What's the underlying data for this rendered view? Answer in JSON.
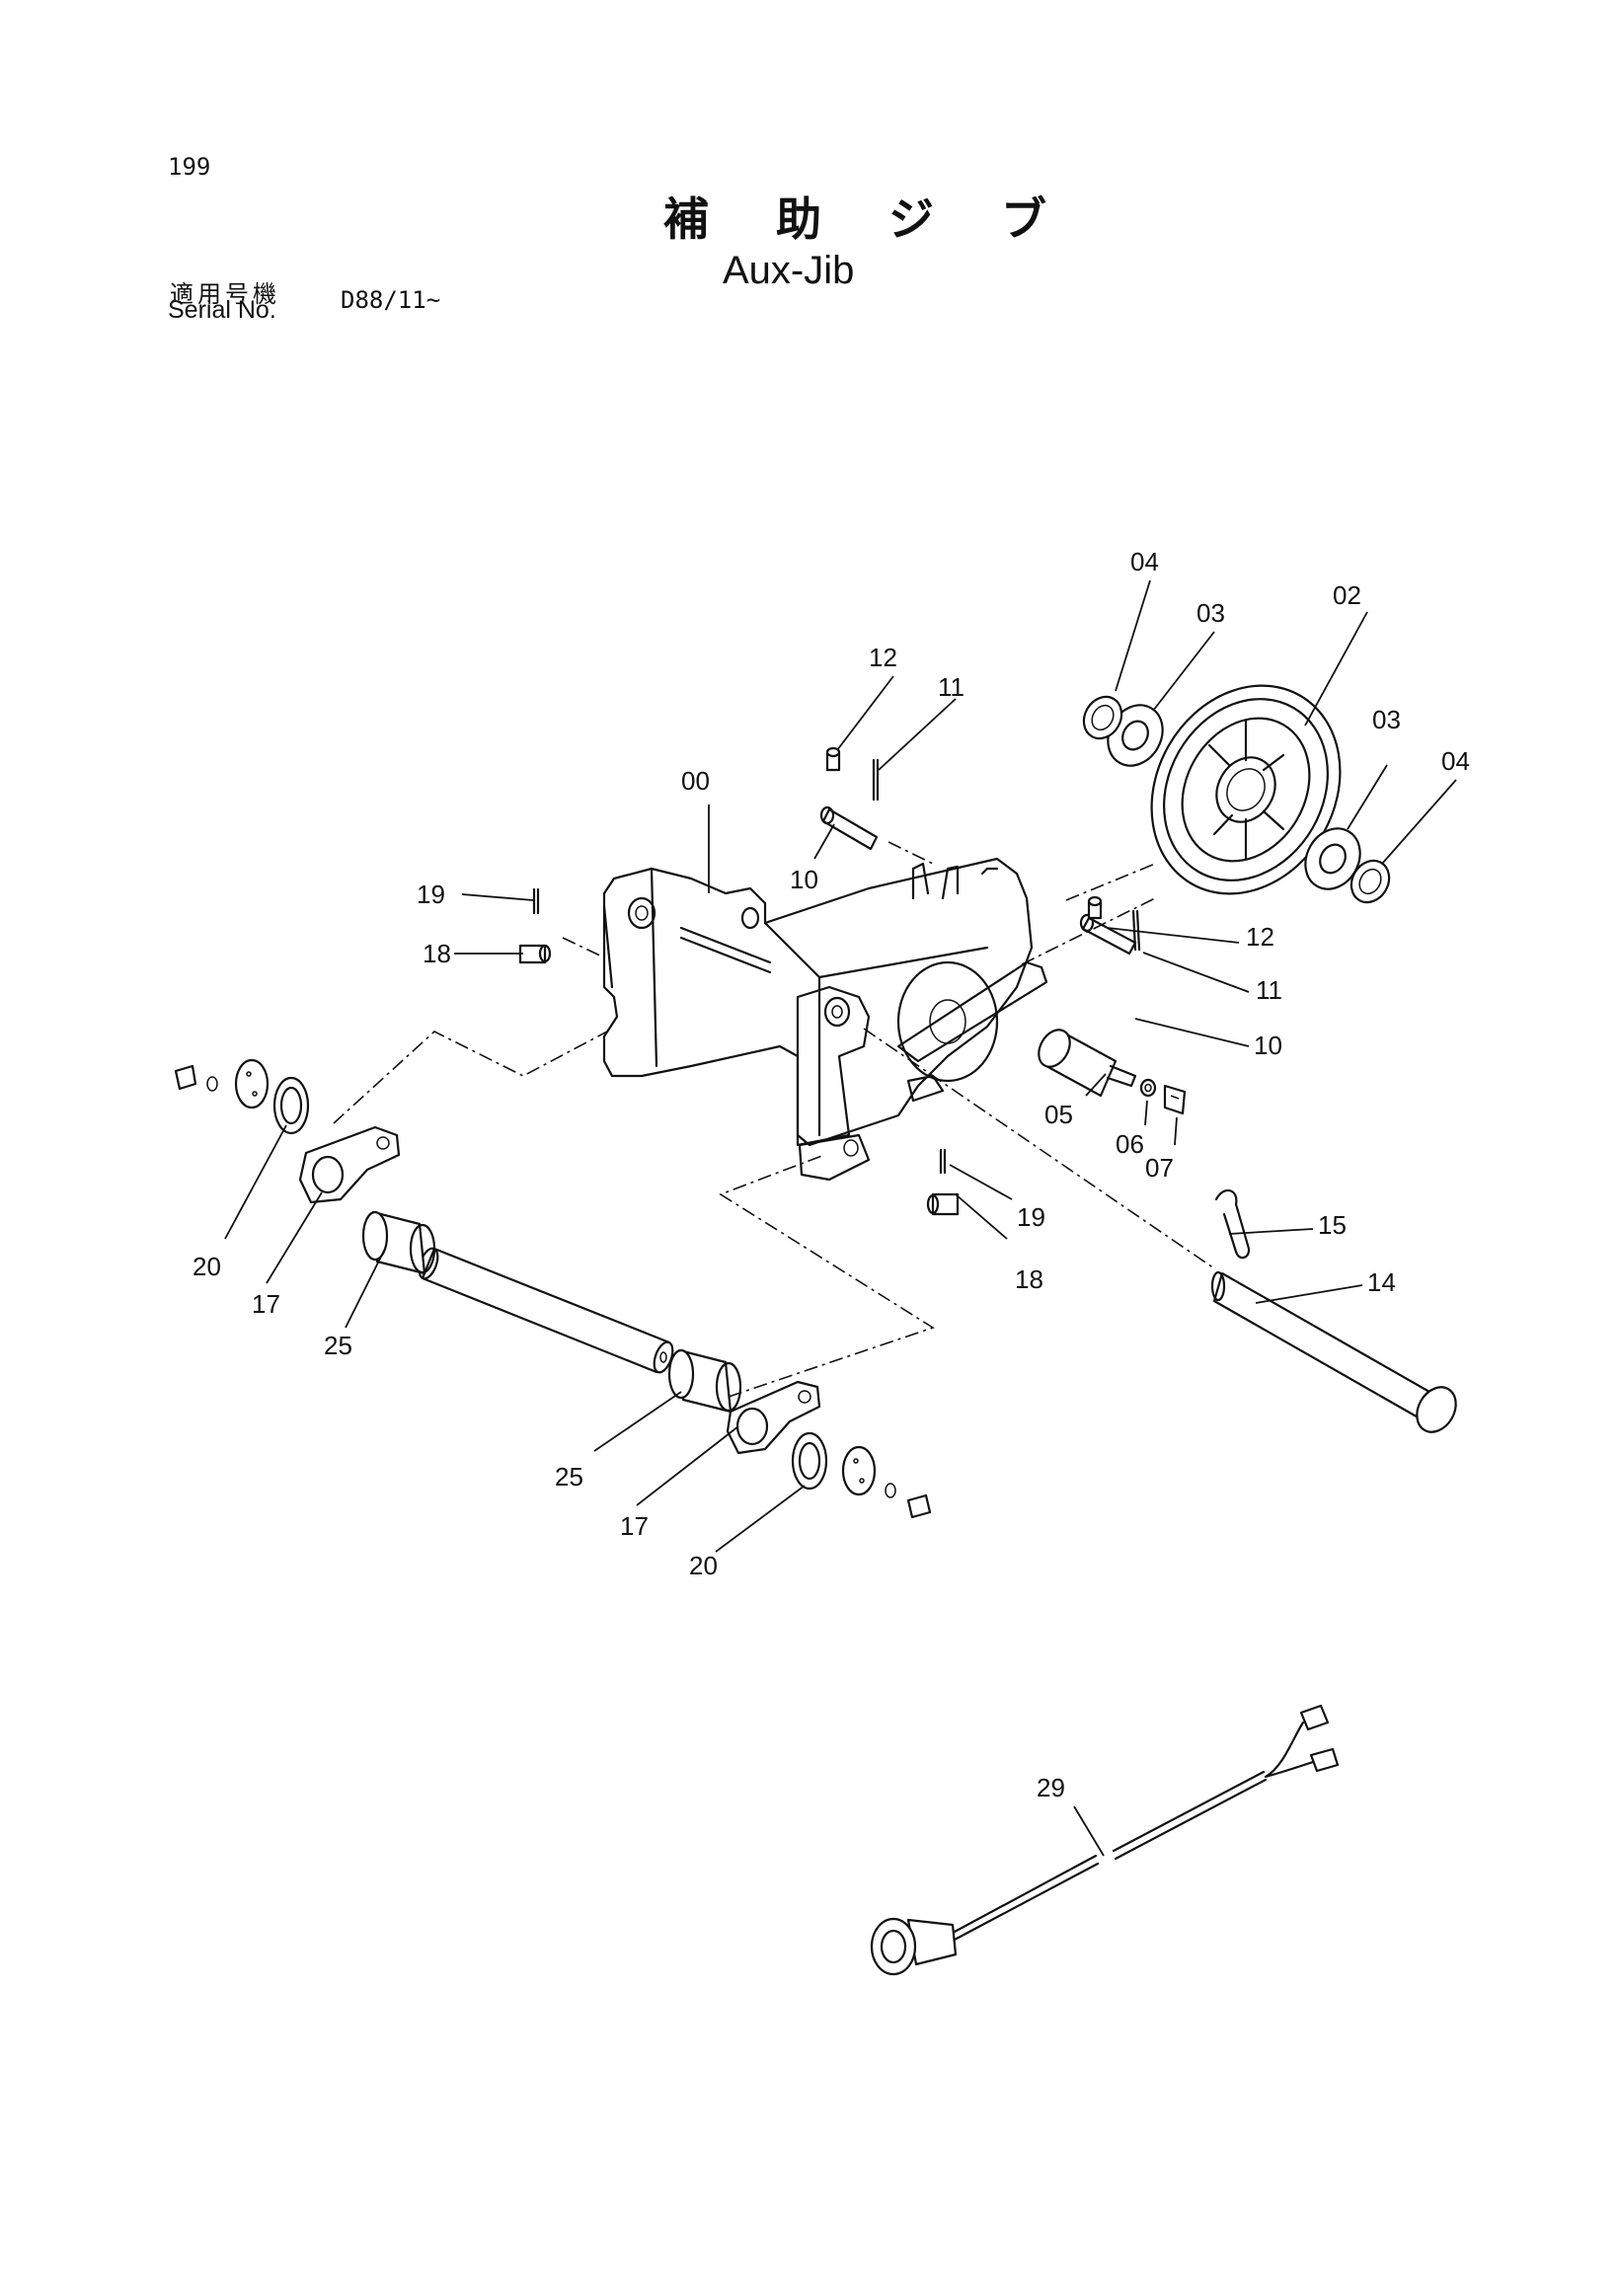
{
  "page_number": "199",
  "title_ja": "補 助 ジ ブ",
  "title_en": "Aux-Jib",
  "serial": {
    "label_ja": "適用号機",
    "label_en": "Serial No.",
    "value": "D88/11~"
  },
  "callouts": {
    "c00": "00",
    "c02": "02",
    "c03a": "03",
    "c03b": "03",
    "c04a": "04",
    "c04b": "04",
    "c05": "05",
    "c06": "06",
    "c07": "07",
    "c10a": "10",
    "c10b": "10",
    "c11a": "11",
    "c11b": "11",
    "c12a": "12",
    "c12b": "12",
    "c14": "14",
    "c15": "15",
    "c17a": "17",
    "c17b": "17",
    "c18a": "18",
    "c18b": "18",
    "c19a": "19",
    "c19b": "19",
    "c20a": "20",
    "c20b": "20",
    "c25a": "25",
    "c25b": "25",
    "c29": "29"
  }
}
